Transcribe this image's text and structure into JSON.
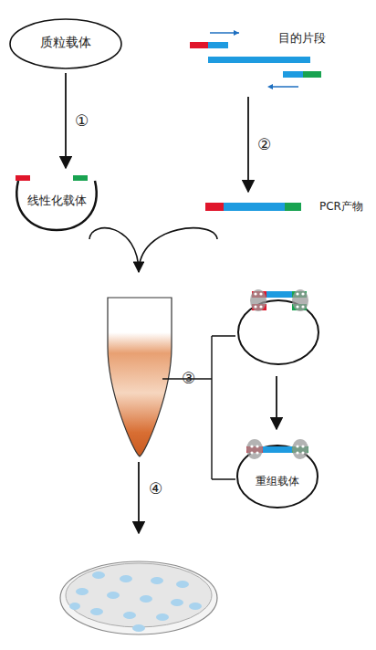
{
  "diagram": {
    "nodes": [
      {
        "text": [
          "质粒载体"
        ]
      },
      {
        "text": [
          "线性化载体"
        ]
      },
      {
        "text": [
          "目的片段"
        ]
      },
      {
        "text": [
          "PCR产物"
        ]
      },
      {
        "text": [
          "重组载体"
        ]
      }
    ],
    "edges": [
      {
        "from": 0,
        "to": 1,
        "arrow": "to",
        "label": "①"
      },
      {
        "from": 2,
        "to": 3,
        "arrow": "to",
        "label": "②"
      }
    ],
    "labels": [
      "③",
      "④"
    ]
  }
}
